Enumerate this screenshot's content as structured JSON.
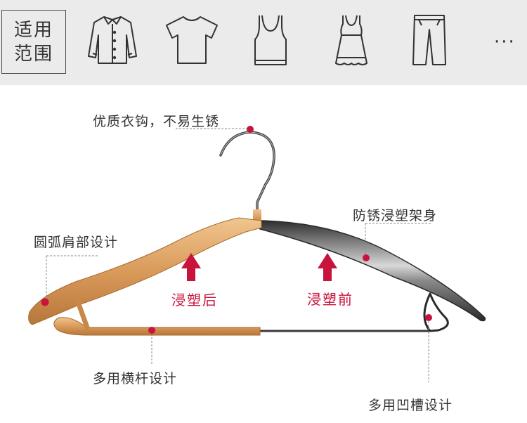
{
  "scope": {
    "line1": "适用",
    "line2": "范围",
    "icons": [
      "shirt-icon",
      "tshirt-icon",
      "tank-top-icon",
      "dress-icon",
      "pants-icon"
    ],
    "more": "···"
  },
  "callouts": {
    "hook": "优质衣钩，不易生锈",
    "shoulder": "圆弧肩部设计",
    "body": "防锈浸塑架身",
    "bar": "多用横杆设计",
    "groove": "多用凹槽设计"
  },
  "compare": {
    "after": "浸塑后",
    "before": "浸塑前"
  },
  "colors": {
    "accent": "#c8143c",
    "coating": "#d99a5a",
    "metal": "#3a3a3a"
  }
}
